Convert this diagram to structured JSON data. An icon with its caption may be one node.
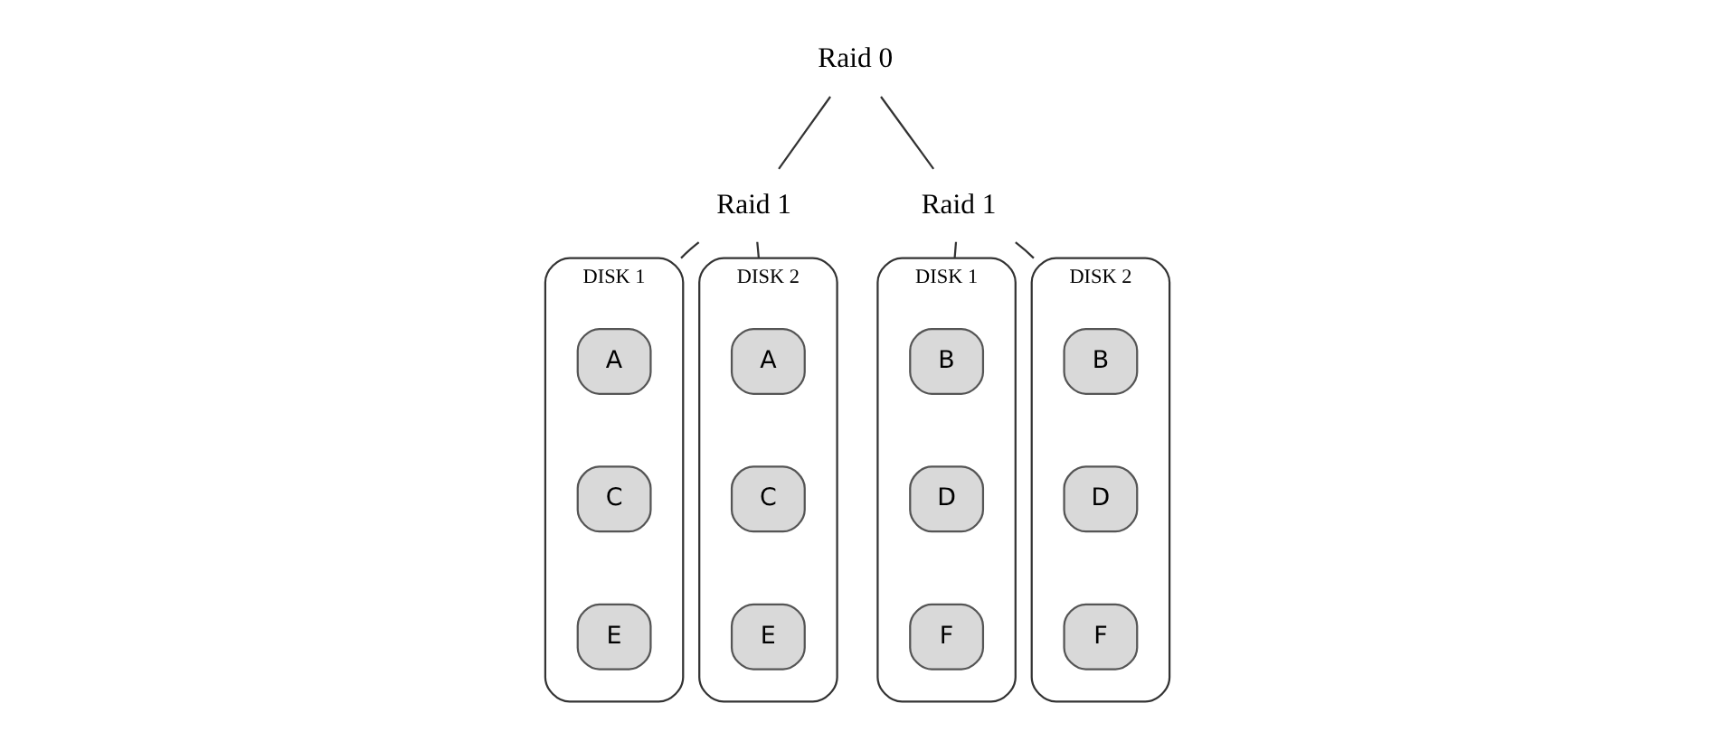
{
  "diagram": {
    "nodes": [
      {
        "text": [
          "Raid 0"
        ]
      },
      {
        "text": [
          "Raid 1"
        ]
      },
      {
        "text": [
          "DISK 1"
        ]
      },
      {
        "text": [
          "A"
        ],
        "in": 2
      },
      {
        "text": [
          "C"
        ],
        "in": 2
      },
      {
        "text": [
          "E"
        ],
        "in": 2
      },
      {
        "text": [
          "DISK 2"
        ]
      },
      {
        "text": [
          "A"
        ],
        "in": 6
      },
      {
        "text": [
          "C"
        ],
        "in": 6
      },
      {
        "text": [
          "E"
        ],
        "in": 6
      },
      {
        "text": [
          "Raid 1"
        ]
      },
      {
        "text": [
          "DISK 1"
        ]
      },
      {
        "text": [
          "B"
        ],
        "in": 11
      },
      {
        "text": [
          "D"
        ],
        "in": 11
      },
      {
        "text": [
          "F"
        ],
        "in": 11
      },
      {
        "text": [
          "DISK 2"
        ]
      },
      {
        "text": [
          "B"
        ],
        "in": 15
      },
      {
        "text": [
          "D"
        ],
        "in": 15
      },
      {
        "text": [
          "F"
        ],
        "in": 15
      }
    ],
    "edges": [
      {
        "from": 0,
        "to": 1,
        "arrow": "none"
      },
      {
        "from": 0,
        "to": 10,
        "arrow": "none"
      },
      {
        "from": 1,
        "to": 2,
        "arrow": "none"
      },
      {
        "from": 1,
        "to": 6,
        "arrow": "none"
      },
      {
        "from": 10,
        "to": 11,
        "arrow": "none"
      },
      {
        "from": 10,
        "to": 15,
        "arrow": "none"
      }
    ]
  }
}
